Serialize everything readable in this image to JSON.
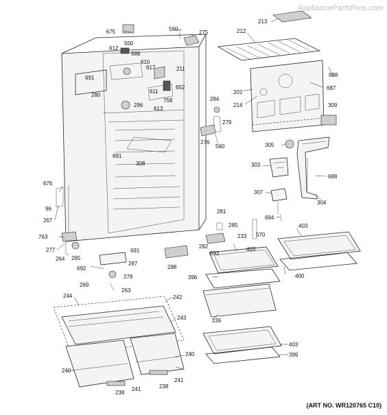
{
  "watermark": "AppliancePartsPros.com",
  "art_number": "(ART NO. WR120765 C10)",
  "callouts": [
    "675",
    "500",
    "560",
    "275",
    "213",
    "212",
    "612",
    "688",
    "691",
    "610",
    "617",
    "211",
    "688",
    "280",
    "611",
    "652",
    "687",
    "201",
    "758",
    "296",
    "613",
    "284",
    "214",
    "279",
    "309",
    "276",
    "560",
    "305",
    "691",
    "308",
    "303",
    "688",
    "676",
    "307",
    "96",
    "304",
    "267",
    "694",
    "281",
    "403",
    "285",
    "570",
    "763",
    "282",
    "233",
    "277",
    "691",
    "264",
    "265",
    "693",
    "403",
    "287",
    "288",
    "692",
    "278",
    "396",
    "400",
    "269",
    "263",
    "244",
    "242",
    "236",
    "243",
    "240",
    "403",
    "399",
    "240",
    "241",
    "241",
    "238",
    "238"
  ]
}
